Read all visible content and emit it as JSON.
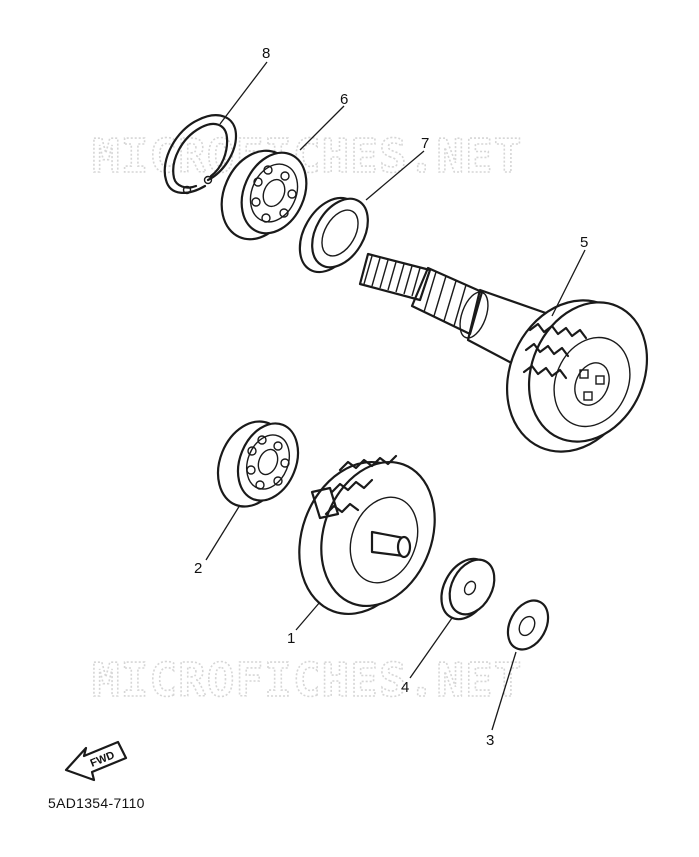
{
  "watermark": "MICROFICHES.NET",
  "diagram_code": "5AD1354-7110",
  "fwd_label": "FWD",
  "parts": {
    "p1": "1",
    "p2": "2",
    "p3": "3",
    "p4": "4",
    "p5": "5",
    "p6": "6",
    "p7": "7",
    "p8": "8"
  }
}
